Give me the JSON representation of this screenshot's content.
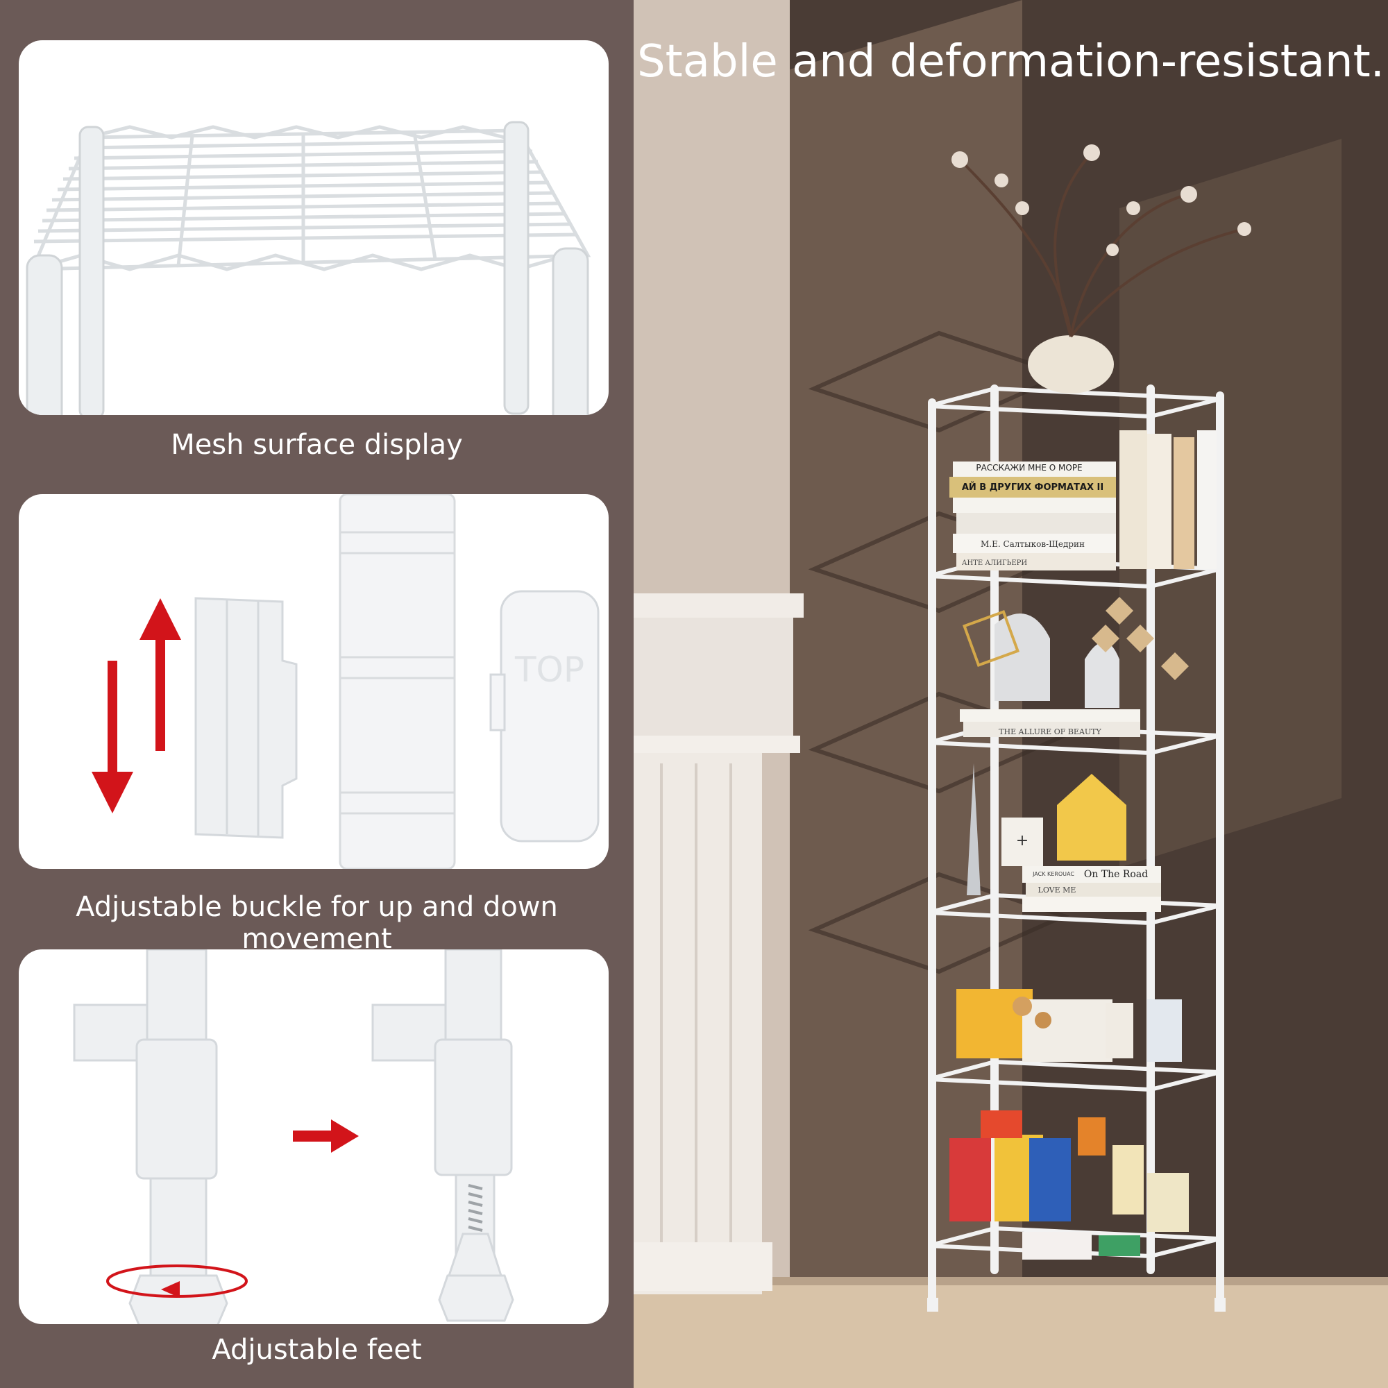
{
  "headline": "Stable and deformation-resistant.",
  "captions": {
    "mesh": "Mesh surface display",
    "buckle": "Adjustable buckle for up and down movement",
    "feet": "Adjustable feet"
  },
  "buckle_embossed_text": "TOP",
  "books": {
    "top_shelf": [
      "РАССКАЖИ МНЕ О МОРЕ",
      "АЙ В ДРУГИХ ФОРМАТАХ II",
      "М.Е. Салтыков-Щедрин",
      "АНТЕ АЛИГЬЕРИ"
    ],
    "middle_shelf": [
      "THE ALLURE OF BEAUTY"
    ],
    "lower_shelf": [
      "On The Road",
      "JACK KEROUAC",
      "LOVE ME"
    ]
  },
  "colors": {
    "left_background": "#6b5a57",
    "panel": "#ffffff",
    "arrow_red": "#d2141a",
    "wall": "#4b3d36",
    "shelf_white": "#f2f2f2"
  }
}
